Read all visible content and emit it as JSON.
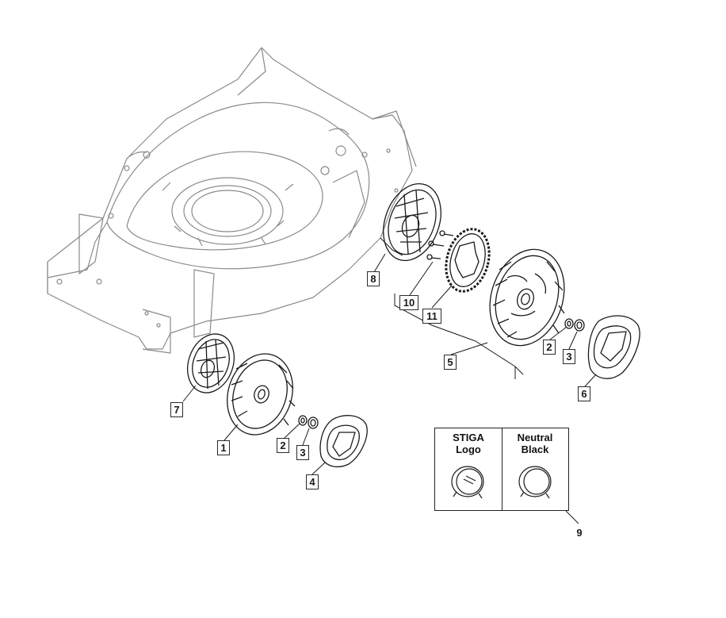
{
  "callouts": {
    "c1": "1",
    "c2a": "2",
    "c2b": "2",
    "c3a": "3",
    "c3b": "3",
    "c4": "4",
    "c5": "5",
    "c6": "6",
    "c7": "7",
    "c8": "8",
    "c9": "9",
    "c10": "10",
    "c11": "11"
  },
  "legend": {
    "left_line1": "STIGA",
    "left_line2": "Logo",
    "right_line1": "Neutral",
    "right_line2": "Black"
  },
  "colors": {
    "line": "#1a1a1a",
    "light_line": "#8a8a8a",
    "background": "#ffffff"
  }
}
